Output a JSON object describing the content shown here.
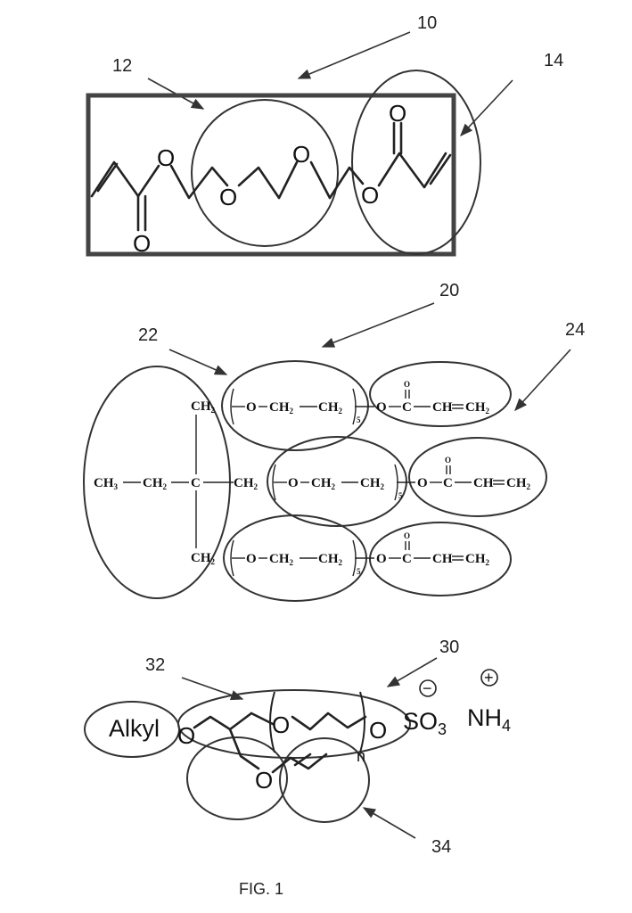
{
  "refs": {
    "r10": "10",
    "r12": "12",
    "r14": "14",
    "r20": "20",
    "r22": "22",
    "r24": "24",
    "r30": "30",
    "r32": "32",
    "r34": "34"
  },
  "molecule1": {
    "oxygen": "O"
  },
  "molecule2": {
    "ch3": "CH",
    "ch2": "CH",
    "c": "C",
    "o": "O",
    "ch": "CH",
    "sub2": "2",
    "sub3": "3",
    "n": "5",
    "dash": "—",
    "eq": "="
  },
  "molecule3": {
    "alkyl": "Alkyl",
    "o": "O",
    "so3": "SO",
    "sub3": "3",
    "nh4": "NH",
    "sub4": "4",
    "n": "n",
    "minus": "−",
    "plus": "+"
  },
  "caption": "FIG. 1"
}
